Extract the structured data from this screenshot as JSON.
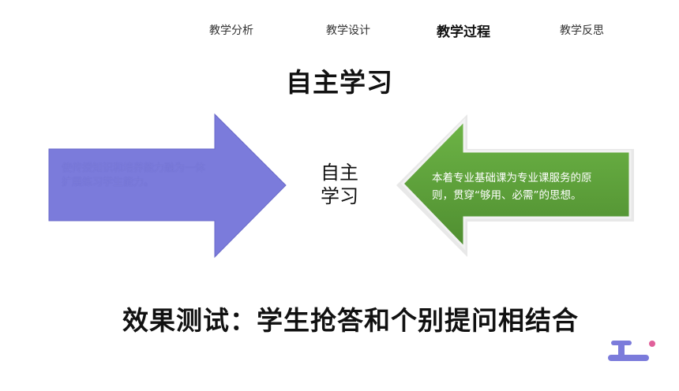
{
  "nav": {
    "items": [
      {
        "label": "教学分析"
      },
      {
        "label": "教学设计"
      },
      {
        "label": "教学过程"
      },
      {
        "label": "教学反思"
      }
    ]
  },
  "main": {
    "title": "自主学习",
    "left_arrow": {
      "lines": [
        "使传授知识和培养能力融为一体",
        "扩展练习学生能力。"
      ],
      "color": "#7b7bdb"
    },
    "center_label": {
      "lines": [
        "自主",
        "学习"
      ]
    },
    "right_arrow": {
      "lines": [
        "本着专业基础课为专业课服务的原",
        "则，贯穿“够用、必需”的思想。"
      ],
      "color": "#5a9e3a"
    },
    "subtitle": "效果测试：学生抢答和个别提问相结合"
  },
  "logo": {
    "icon": "brand-logo-icon",
    "colors": {
      "bar": "#7b7bdb",
      "dot": "#e0609a"
    }
  }
}
